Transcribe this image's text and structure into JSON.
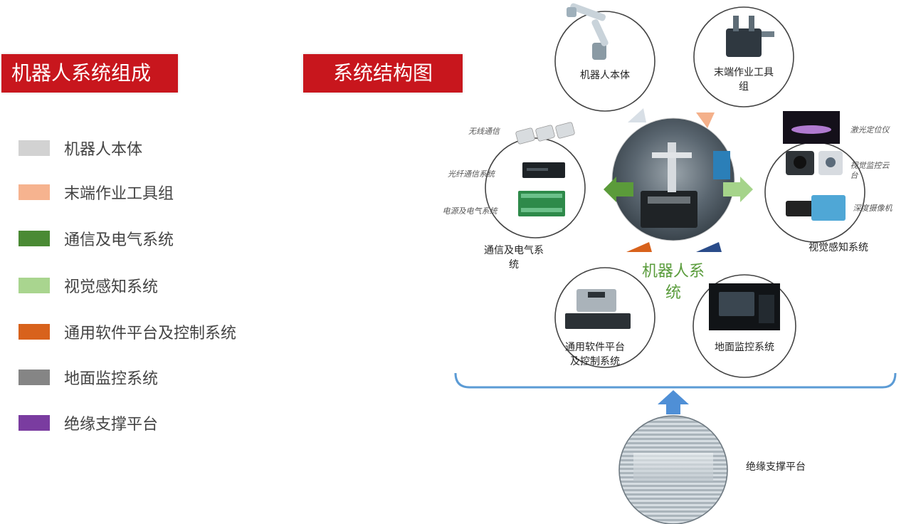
{
  "headers": {
    "left": "机器人系统组成",
    "right": "系统结构图"
  },
  "legend": [
    {
      "label": "机器人本体",
      "color": "#d2d2d2"
    },
    {
      "label": "末端作业工具组",
      "color": "#f6b38f"
    },
    {
      "label": "通信及电气系统",
      "color": "#4a8a34"
    },
    {
      "label": "视觉感知系统",
      "color": "#a9d58f"
    },
    {
      "label": "通用软件平台及控制系统",
      "color": "#d8621c"
    },
    {
      "label": "地面监控系统",
      "color": "#858585"
    },
    {
      "label": "绝缘支撑平台",
      "color": "#7a3ca0"
    }
  ],
  "diagram": {
    "center": {
      "line1": "机器人系",
      "line2": "统"
    },
    "body": {
      "label": "机器人本体"
    },
    "tool": {
      "line1": "末端作业工具",
      "line2": "组"
    },
    "comm": {
      "line1": "通信及电气系",
      "line2": "统",
      "items": [
        "无线通信",
        "光纤通信系统",
        "电源及电气系统"
      ]
    },
    "vision": {
      "label": "视觉感知系统",
      "items": [
        "激光定位仪",
        "视觉监控云",
        "台",
        "深度摄像机"
      ]
    },
    "software": {
      "line1": "通用软件平台",
      "line2": "及控制系统"
    },
    "monitor": {
      "label": "地面监控系统"
    },
    "platform": {
      "label": "绝缘支撑平台"
    }
  }
}
